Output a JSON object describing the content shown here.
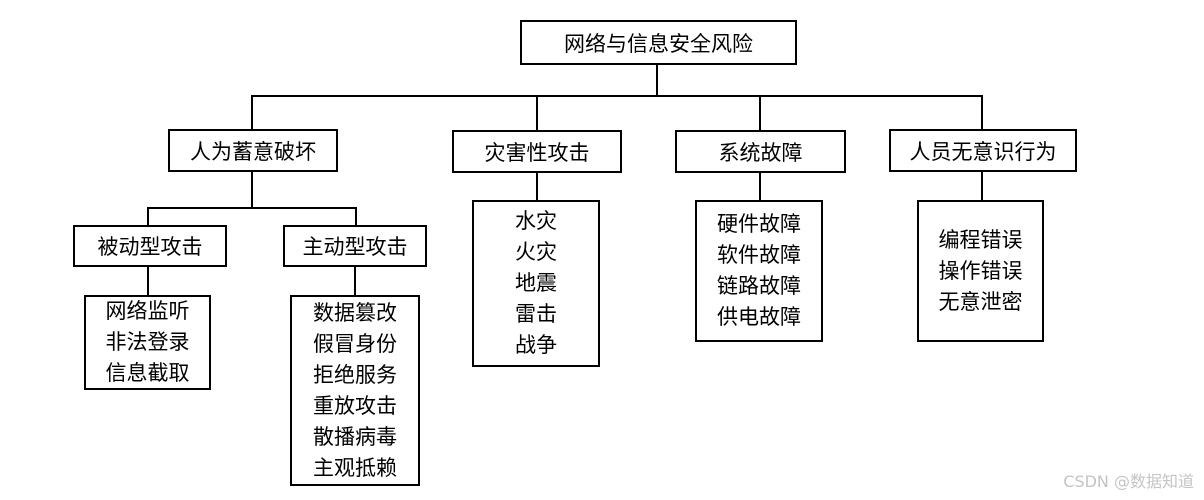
{
  "diagram_title": "网络与信息安全风险",
  "watermark": "CSDN @数据知道",
  "colors": {
    "line": "#000000",
    "box_background": "#ffffff",
    "watermark_text": "#c4c4c4"
  },
  "nodes": {
    "root": {
      "label": "网络与信息安全风险"
    },
    "deliberate": {
      "label": "人为蓄意破坏"
    },
    "disaster": {
      "label": "灾害性攻击"
    },
    "sysfail": {
      "label": "系统故障"
    },
    "unintentional": {
      "label": "人员无意识行为"
    },
    "passive": {
      "label": "被动型攻击"
    },
    "active": {
      "label": "主动型攻击"
    },
    "passive_list": {
      "lines": [
        "网络监听",
        "非法登录",
        "信息截取"
      ]
    },
    "active_list": {
      "lines": [
        "数据篡改",
        "假冒身份",
        "拒绝服务",
        "重放攻击",
        "散播病毒",
        "主观抵赖"
      ]
    },
    "disaster_list": {
      "lines": [
        "水灾",
        "火灾",
        "地震",
        "雷击",
        "战争"
      ]
    },
    "sysfail_list": {
      "lines": [
        "硬件故障",
        "软件故障",
        "链路故障",
        "供电故障"
      ]
    },
    "unintentional_list": {
      "lines": [
        "编程错误",
        "操作错误",
        "无意泄密"
      ]
    }
  }
}
